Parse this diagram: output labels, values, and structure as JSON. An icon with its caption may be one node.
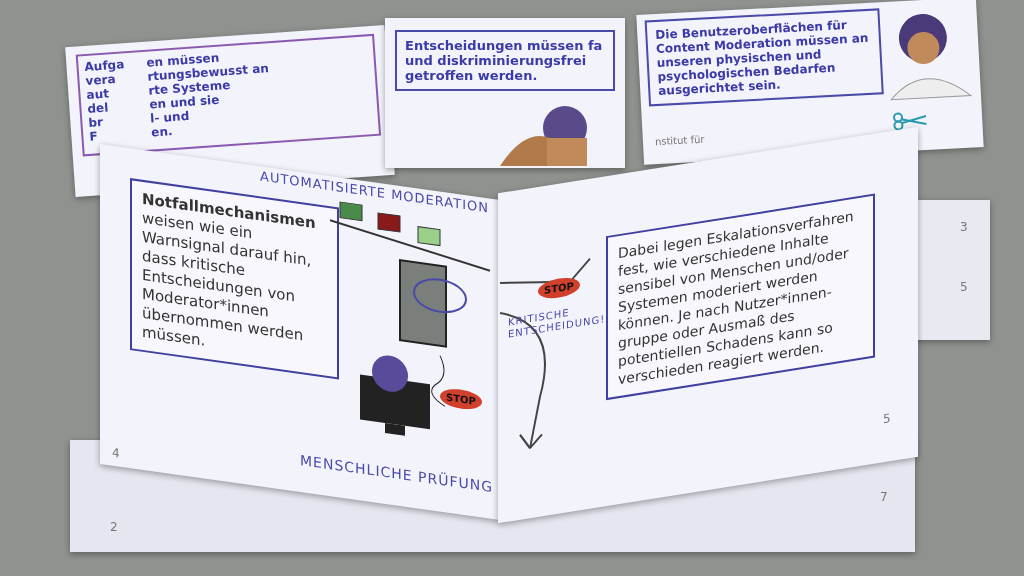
{
  "diagram": {
    "nodes": [
      {
        "text": [
          "Entscheidungen müssen fa und diskriminierungsfrei getroffen werden."
        ]
      },
      {
        "text": [
          "Die Benutzeroberflächen für Content Moderation müssen an unseren physischen und psychologischen Bedarfen ausgerichtet sein."
        ]
      },
      {
        "text": [
          "**Notfallmechanismen** weisen wie ein Warnsignal darauf hin, dass kritische Entscheidungen von Moderator*innen übernommen werden müssen."
        ]
      },
      {
        "text": [
          "Dabei legen Eskalationsverfahren fest, wie verschiedene Inhalte sensibel von Menschen und/oder Systemen moderiert werden können. Je nach Nutzer*innen-gruppe oder Ausmaß des potentiellen Schadens kann so verschieden reagiert werden."
        ]
      }
    ],
    "edges": [],
    "labels": [
      "Aufga",
      "en müssen",
      "vera",
      "rtungsbewusst an",
      "aut",
      "rte Systeme",
      "del",
      "en und sie",
      "br",
      "l- und",
      "F",
      "en.",
      "nstitut für",
      "3",
      "5",
      "AUTOMATISIERTE MODERATION",
      "STOP",
      "KRITISCHE ENTSCHEIDUNG!",
      "STOP",
      "MENSCHLICHE PRÜFUNG",
      "4",
      "5",
      "7",
      "2"
    ]
  }
}
